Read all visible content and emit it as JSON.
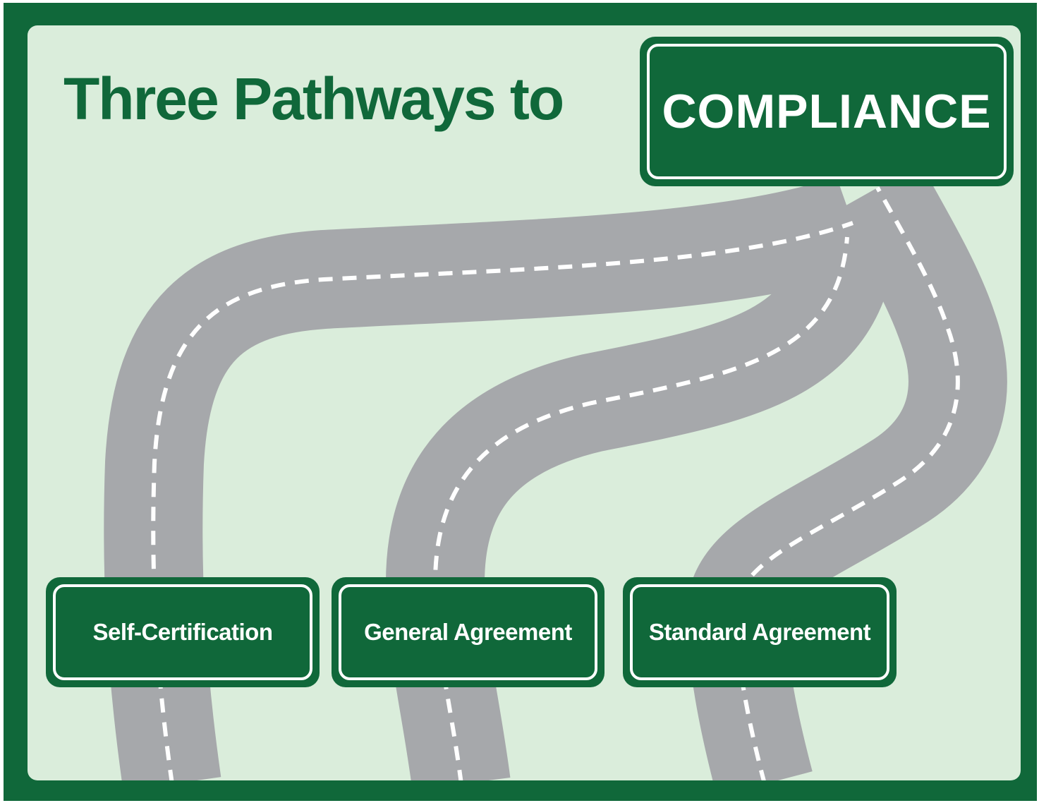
{
  "title": "Three Pathways to",
  "destination": "COMPLIANCE",
  "pathways": [
    {
      "label": "Self-Certification"
    },
    {
      "label": "General Agreement"
    },
    {
      "label": "Standard Agreement"
    }
  ],
  "colors": {
    "frame": "#10683a",
    "background": "#daeddb",
    "road": "#a6a8ab",
    "road_marking": "#ffffff",
    "sign": "#10683a",
    "sign_text": "#ffffff"
  }
}
